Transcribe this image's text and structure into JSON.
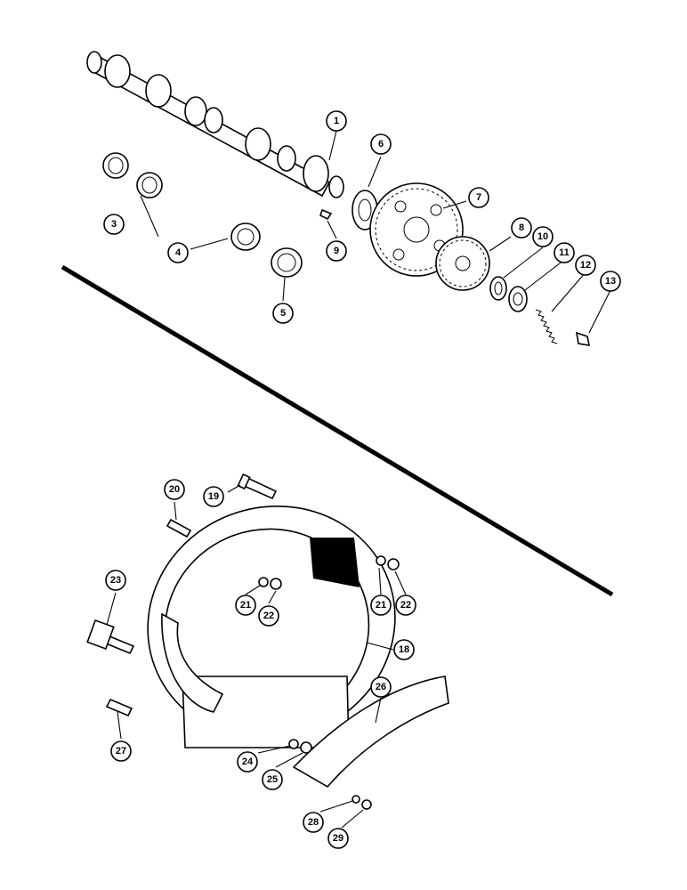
{
  "diagram": {
    "callouts": [
      {
        "label": "1"
      },
      {
        "label": "3"
      },
      {
        "label": "4"
      },
      {
        "label": "5"
      },
      {
        "label": "6"
      },
      {
        "label": "7"
      },
      {
        "label": "8"
      },
      {
        "label": "9"
      },
      {
        "label": "10"
      },
      {
        "label": "11"
      },
      {
        "label": "12"
      },
      {
        "label": "13"
      },
      {
        "label": "18"
      },
      {
        "label": "19"
      },
      {
        "label": "20"
      },
      {
        "label": "21"
      },
      {
        "label": "22"
      },
      {
        "label": "21"
      },
      {
        "label": "22"
      },
      {
        "label": "23"
      },
      {
        "label": "24"
      },
      {
        "label": "25"
      },
      {
        "label": "26"
      },
      {
        "label": "27"
      },
      {
        "label": "28"
      },
      {
        "label": "29"
      }
    ]
  }
}
